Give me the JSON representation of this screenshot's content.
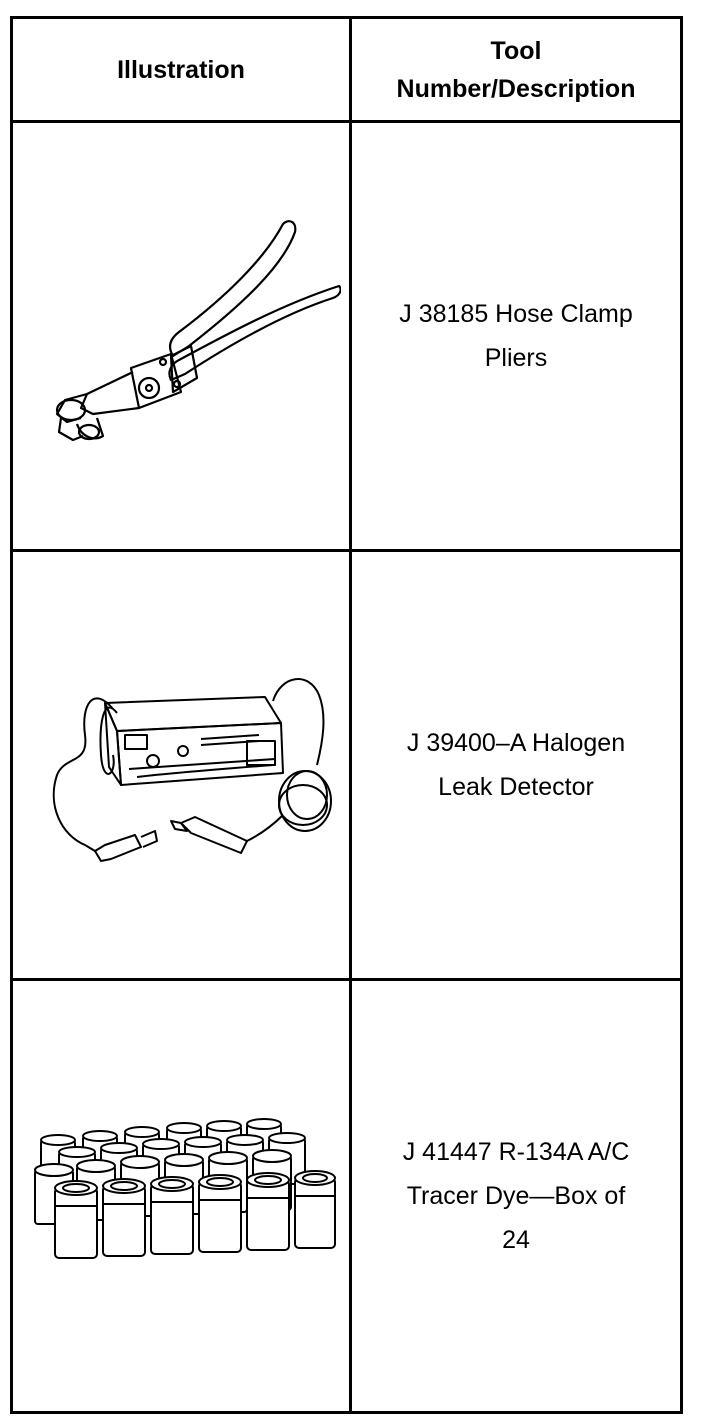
{
  "table": {
    "headers": [
      "Illustration",
      "Tool Number/Description"
    ],
    "header_lines": {
      "illustration": "Illustration",
      "tool_line1": "Tool",
      "tool_line2": "Number/Description"
    },
    "rows": [
      {
        "illustration_icon": "hose-clamp-pliers-icon",
        "lines": [
          "J 38185 Hose Clamp",
          "Pliers"
        ]
      },
      {
        "illustration_icon": "halogen-leak-detector-icon",
        "lines": [
          "J 39400–A Halogen",
          "Leak Detector"
        ]
      },
      {
        "illustration_icon": "tracer-dye-bottles-icon",
        "lines": [
          "J 41447 R-134A A/C",
          "Tracer Dye—Box of",
          "24"
        ]
      }
    ]
  }
}
